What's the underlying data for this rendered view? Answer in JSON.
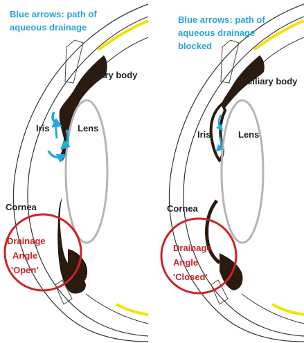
{
  "panels": [
    {
      "caption": [
        "Blue arrows: path of",
        "aqueous drainage"
      ],
      "labels": {
        "ciliary_body": "Ciliary body",
        "iris": "Iris",
        "lens": "Lens",
        "cornea": "Cornea",
        "angle": [
          "Drainage",
          "Angle",
          "'Open'"
        ]
      }
    },
    {
      "caption": [
        "Blue arrows: path of",
        "aqueous drainage",
        "blocked"
      ],
      "labels": {
        "ciliary_body": "Ciliary body",
        "iris": "Iris",
        "lens": "Lens",
        "cornea": "Cornea",
        "angle": [
          "Drainage",
          "Angle",
          "'Closed'"
        ]
      }
    }
  ],
  "colors": {
    "caption_blue": "#29a3dc",
    "arrow_blue": "#22a8e0",
    "angle_red": "#cc2229",
    "tissue_brown": "#2b1a10",
    "lens_grey": "#b5b5b5",
    "sclera_yellow": "#f2e200",
    "line_dark": "#333333"
  }
}
